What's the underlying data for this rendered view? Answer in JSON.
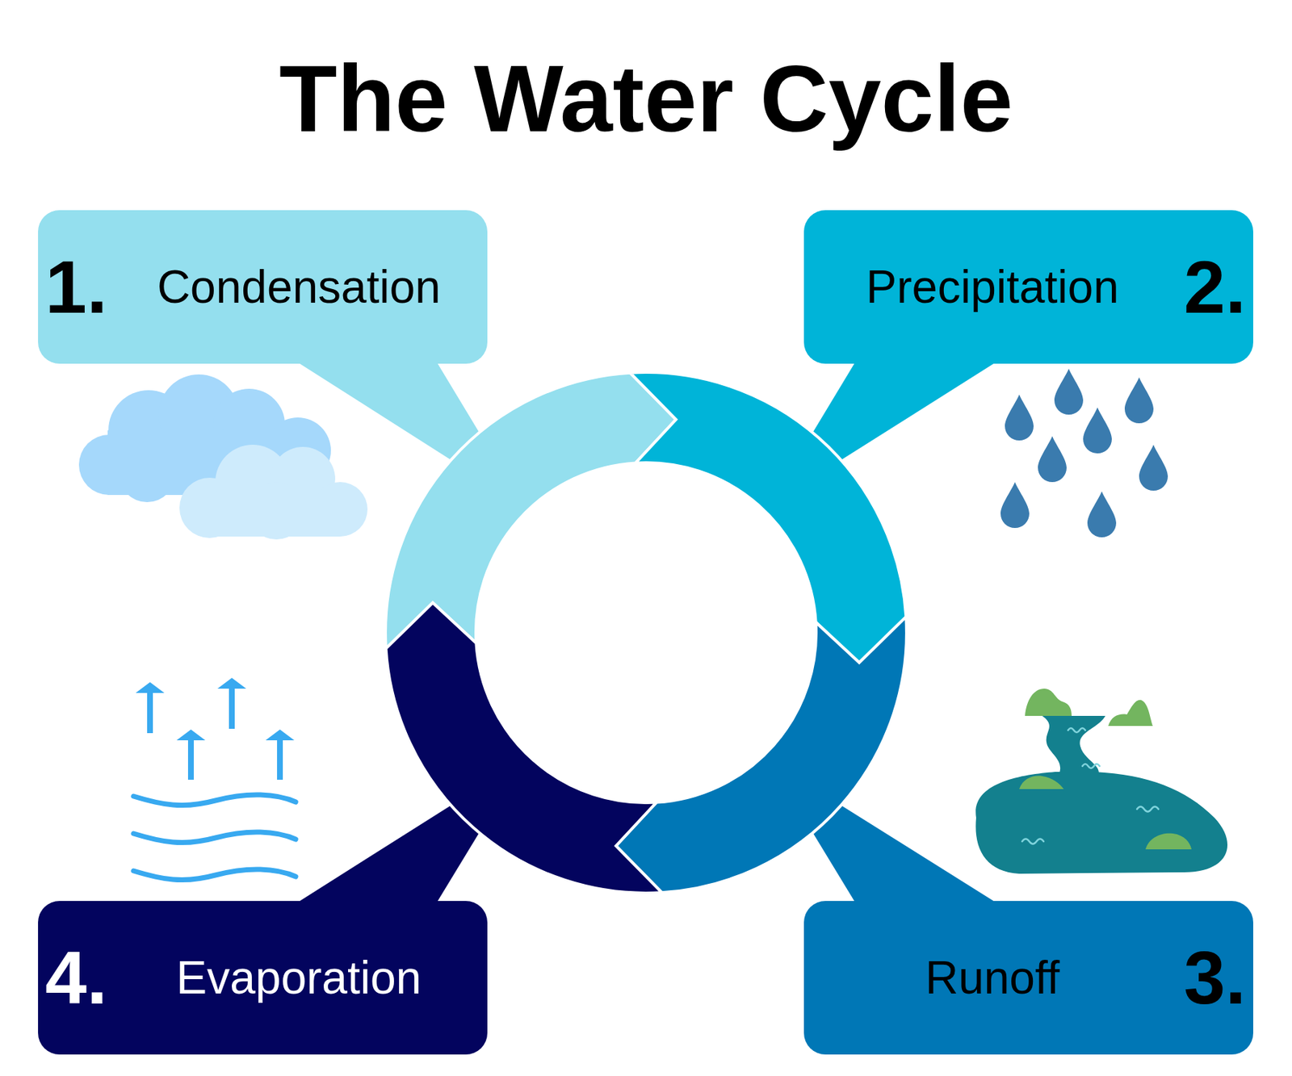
{
  "diagram": {
    "title": "The Water Cycle",
    "nodes": [
      {
        "text": [
          "1.",
          "Condensation"
        ]
      },
      {
        "text": [
          "Precipitation",
          "2."
        ]
      },
      {
        "text": [
          "4.",
          "Evaporation"
        ]
      },
      {
        "text": [
          "Runoff",
          "3."
        ]
      }
    ]
  }
}
